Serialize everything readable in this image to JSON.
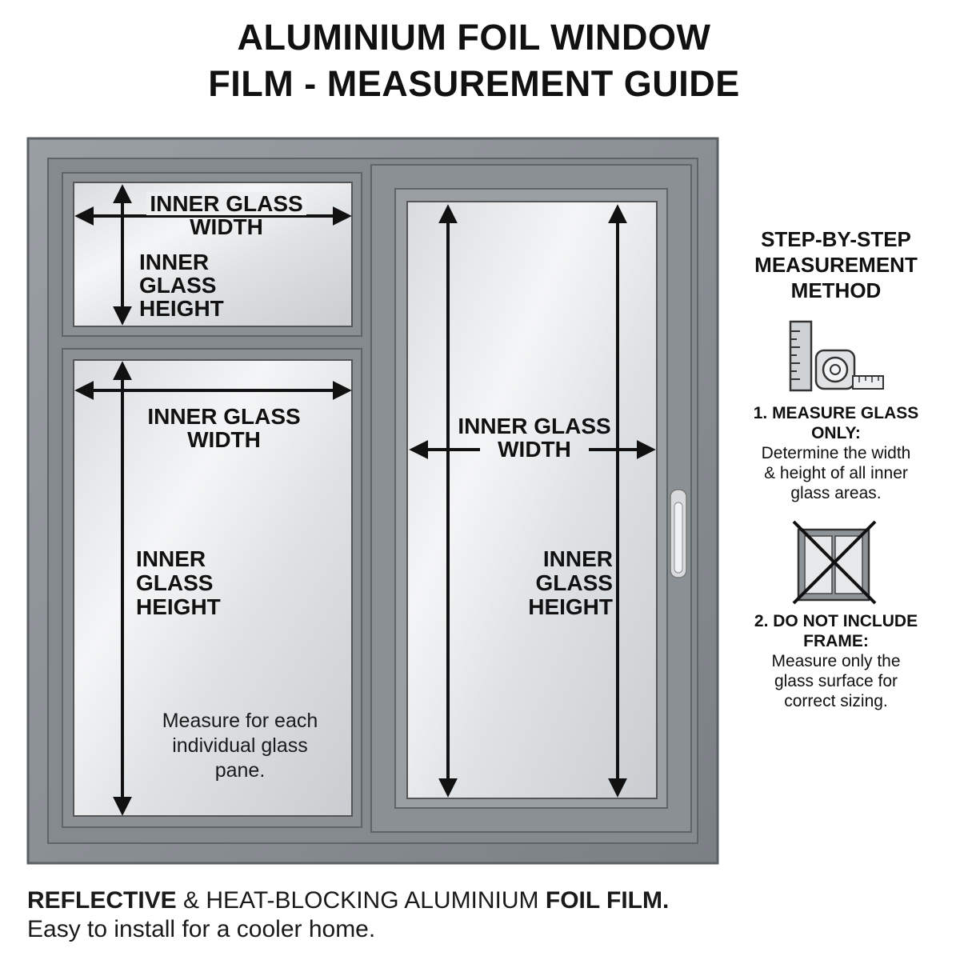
{
  "title": {
    "line1": "ALUMINIUM FOIL WINDOW",
    "line2": "FILM - MEASUREMENT GUIDE"
  },
  "labels": {
    "top_width": [
      "INNER GLASS",
      "WIDTH"
    ],
    "top_height": [
      "INNER",
      "GLASS",
      "HEIGHT"
    ],
    "bottom_width": [
      "INNER GLASS",
      "WIDTH"
    ],
    "bottom_height": [
      "INNER",
      "GLASS",
      "HEIGHT"
    ],
    "right_width": [
      "INNER GLASS",
      "WIDTH"
    ],
    "right_height": [
      "INNER",
      "GLASS",
      "HEIGHT"
    ]
  },
  "pane_note": [
    "Measure for each",
    "individual glass",
    "pane."
  ],
  "sidebar": {
    "title": [
      "STEP-BY-STEP",
      "MEASUREMENT",
      "METHOD"
    ],
    "steps": [
      {
        "heading": [
          "1. MEASURE GLASS",
          "ONLY:"
        ],
        "text": [
          "Determine the width",
          "& height of all inner",
          "glass areas."
        ],
        "icon": "ruler-tape-measure-icon"
      },
      {
        "heading": [
          "2. DO NOT INCLUDE",
          "FRAME:"
        ],
        "text": [
          "Measure only the",
          "glass surface for",
          "correct sizing."
        ],
        "icon": "crossed-window-frame-icon"
      }
    ]
  },
  "footer": {
    "bold1": "REFLECTIVE",
    "text1": " & HEAT-BLOCKING ALUMINIUM ",
    "bold2": "FOIL FILM.",
    "line2": "Easy to install for a cooler home."
  },
  "colors": {
    "frame": "#8c9196",
    "frame_dark": "#6a6f74",
    "glass": "#e4e6e8",
    "arrow": "#111111"
  }
}
